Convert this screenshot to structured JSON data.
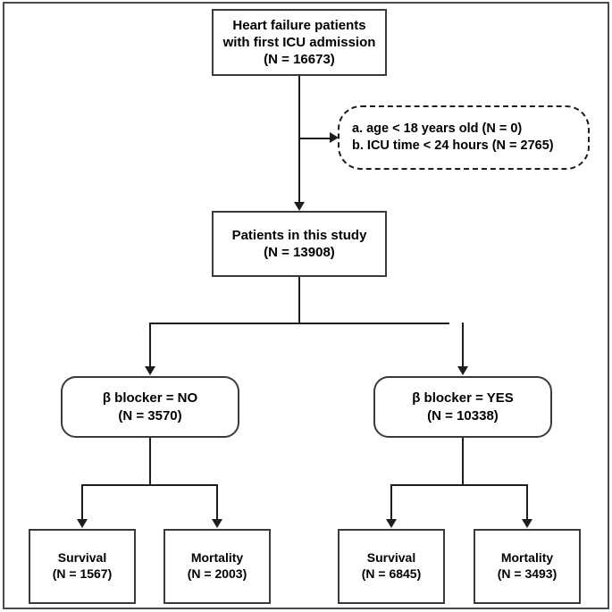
{
  "diagram": {
    "type": "patient-flow-chart",
    "nodes": {
      "top": {
        "lines": [
          "Heart failure patients",
          "with first ICU admission",
          "(N = 16673)"
        ]
      },
      "exclusion": {
        "lines": [
          "a. age < 18 years old (N = 0)",
          "b. ICU time < 24 hours (N = 2765)"
        ]
      },
      "study": {
        "lines": [
          "Patients in this study",
          "(N = 13908)"
        ]
      },
      "blocker_no": {
        "lines": [
          "β blocker = NO",
          "(N = 3570)"
        ]
      },
      "blocker_yes": {
        "lines": [
          "β blocker = YES",
          "(N = 10338)"
        ]
      },
      "outcomes": [
        {
          "lines": [
            "Survival",
            "(N = 1567)"
          ]
        },
        {
          "lines": [
            "Mortality",
            "(N = 2003)"
          ]
        },
        {
          "lines": [
            "Survival",
            "(N = 6845)"
          ]
        },
        {
          "lines": [
            "Mortality",
            "(N = 3493)"
          ]
        }
      ]
    },
    "colors": {
      "border": "#3a3a3a",
      "connector": "#1d1d1d",
      "background": "#ffffff",
      "text": "#000000",
      "frame": "#4a4a4a"
    }
  }
}
